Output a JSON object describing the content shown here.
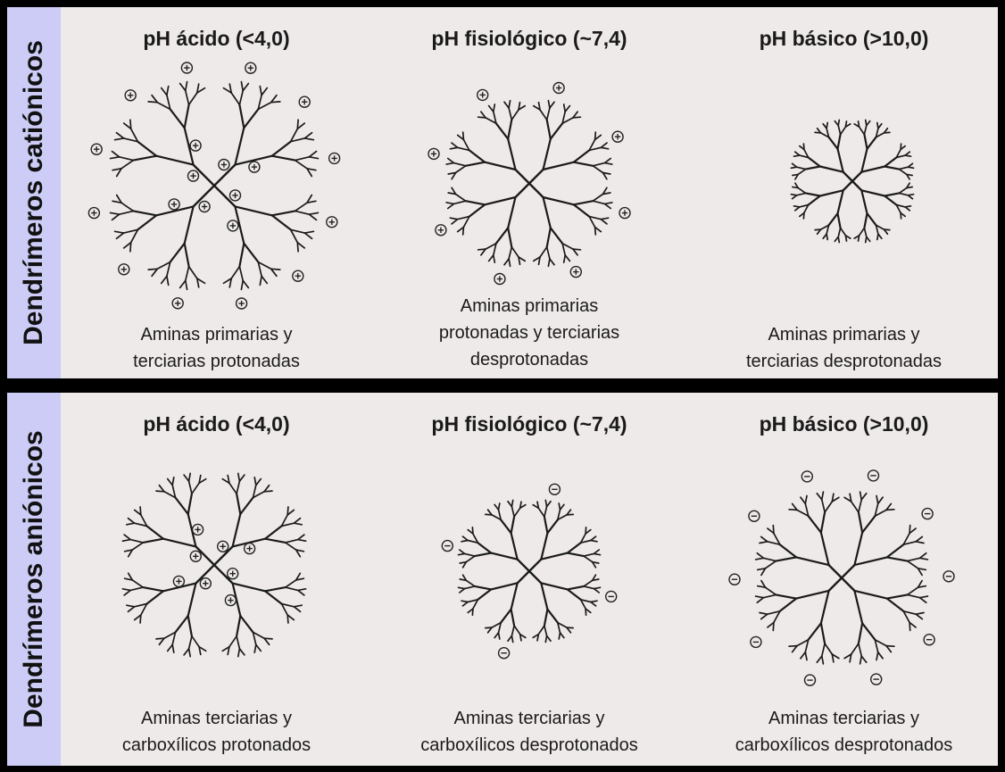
{
  "rows": [
    {
      "label": "Dendrímeros catiónicos",
      "columns": [
        {
          "heading": "pH ácido (<4,0)",
          "caption": [
            "Aminas primarias y",
            "terciarias protonadas"
          ],
          "charges": "+",
          "outer_charges": 12,
          "inner_charges": 8
        },
        {
          "heading": "pH fisiológico (~7,4)",
          "caption": [
            "Aminas primarias",
            "protonadas y terciarias",
            "desprotonadas"
          ],
          "charges": "+",
          "outer_charges": 8,
          "inner_charges": 0
        },
        {
          "heading": "pH básico (>10,0)",
          "caption": [
            "Aminas primarias y",
            "terciarias desprotonadas"
          ],
          "charges": "",
          "outer_charges": 0,
          "inner_charges": 0
        }
      ]
    },
    {
      "label": "Dendrímeros aniónicos",
      "columns": [
        {
          "heading": "pH ácido (<4,0)",
          "caption": [
            "Aminas terciarias y",
            "carboxílicos protonados"
          ],
          "charges": "+",
          "outer_charges": 0,
          "inner_charges": 8
        },
        {
          "heading": "pH fisiológico (~7,4)",
          "caption": [
            "Aminas terciarias y",
            "carboxílicos desprotonados"
          ],
          "charges": "−",
          "outer_charges": 4,
          "inner_charges": 0
        },
        {
          "heading": "pH básico (>10,0)",
          "caption": [
            "Aminas terciarias y",
            "carboxílicos desprotonados"
          ],
          "charges": "−",
          "outer_charges": 10,
          "inner_charges": 0
        }
      ]
    }
  ]
}
